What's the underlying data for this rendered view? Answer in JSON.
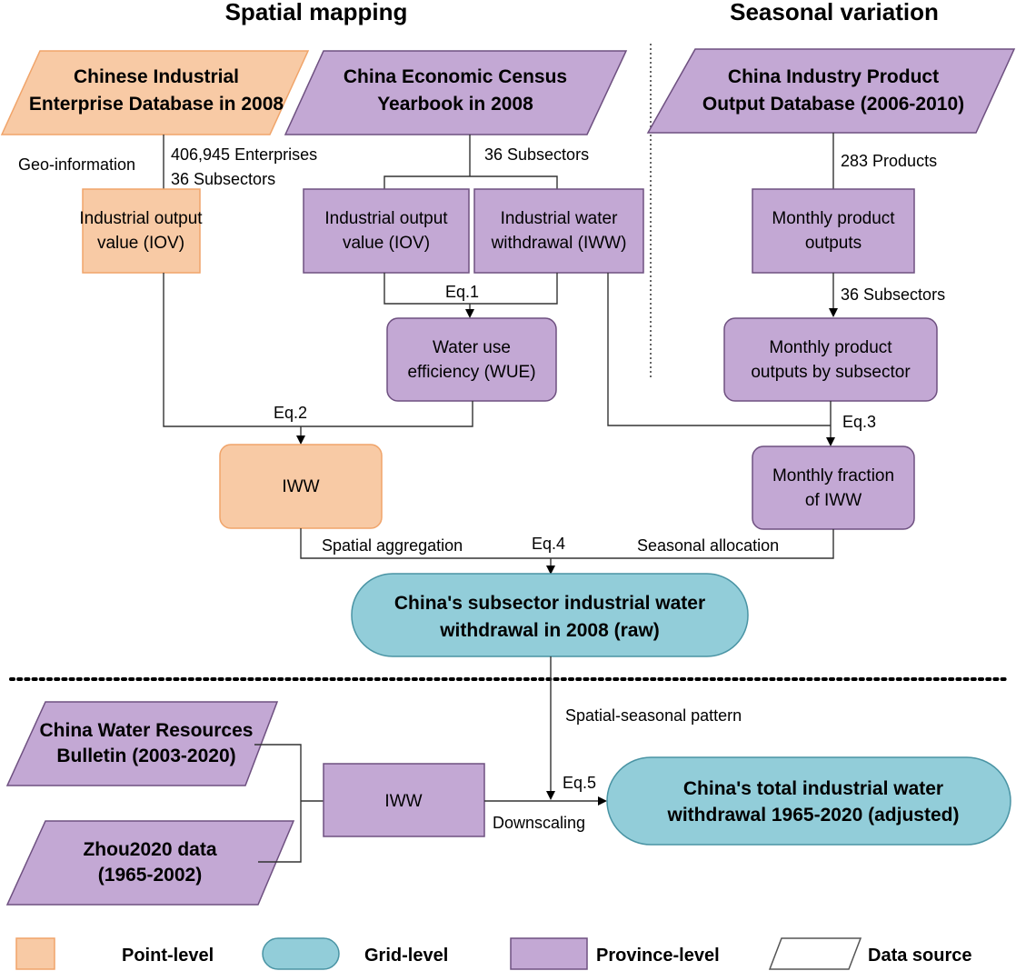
{
  "headers": {
    "spatial": "Spatial mapping",
    "seasonal": "Seasonal variation"
  },
  "sources": {
    "ciedb": [
      "Chinese Industrial",
      "Enterprise Database in 2008"
    ],
    "cecy": [
      "China Economic Census",
      "Yearbook in 2008"
    ],
    "cipodb": [
      "China Industry Product",
      "Output Database (2006-2010)"
    ],
    "cwrb": [
      "China Water Resources",
      "Bulletin (2003-2020)"
    ],
    "zhou": [
      "Zhou2020 data",
      "(1965-2002)"
    ]
  },
  "nodes": {
    "iov_point": [
      "Industrial output",
      "value (IOV)"
    ],
    "iov_prov": [
      "Industrial output",
      "value (IOV)"
    ],
    "iww_prov": [
      "Industrial water",
      "withdrawal (IWW)"
    ],
    "wue": [
      "Water use",
      "efficiency (WUE)"
    ],
    "iww_point": "IWW",
    "monthly_outputs": [
      "Monthly product",
      "outputs"
    ],
    "monthly_by_subsector": [
      "Monthly product",
      "outputs by subsector"
    ],
    "monthly_fraction": [
      "Monthly fraction",
      "of IWW"
    ],
    "raw_result": [
      "China's subsector industrial water",
      "withdrawal in 2008 (raw)"
    ],
    "iww_bottom": "IWW",
    "adjusted_result": [
      "China's total industrial water",
      "withdrawal 1965-2020 (adjusted)"
    ]
  },
  "edge_labels": {
    "geo_info": "Geo-information",
    "enterprises": "406,945 Enterprises",
    "subsectors_left": "36 Subsectors",
    "subsectors_mid": "36 Subsectors",
    "products": "283 Products",
    "subsectors_right": "36 Subsectors",
    "eq1": "Eq.1",
    "eq2": "Eq.2",
    "eq3": "Eq.3",
    "eq4": "Eq.4",
    "eq5": "Eq.5",
    "spatial_aggregation": "Spatial aggregation",
    "seasonal_allocation": "Seasonal allocation",
    "spatial_seasonal_pattern": "Spatial-seasonal pattern",
    "downscaling": "Downscaling"
  },
  "legend": {
    "point": "Point-level",
    "grid": "Grid-level",
    "province": "Province-level",
    "source": "Data source"
  },
  "colors": {
    "point_level": "#f8caa5",
    "grid_level": "#92cdd9",
    "province_level": "#c3a8d4"
  }
}
